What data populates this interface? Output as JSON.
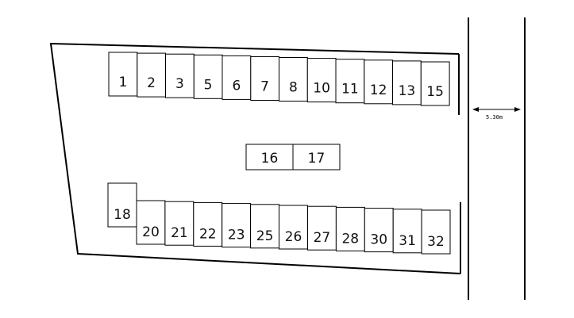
{
  "road": {
    "width_label": "5.30m"
  },
  "spaces": {
    "top_row": [
      "1",
      "2",
      "3",
      "5",
      "6",
      "7",
      "8",
      "10",
      "11",
      "12",
      "13",
      "15"
    ],
    "middle": [
      "16",
      "17"
    ],
    "side": [
      "18"
    ],
    "bottom_row": [
      "20",
      "21",
      "22",
      "23",
      "25",
      "26",
      "27",
      "28",
      "30",
      "31",
      "32"
    ]
  }
}
